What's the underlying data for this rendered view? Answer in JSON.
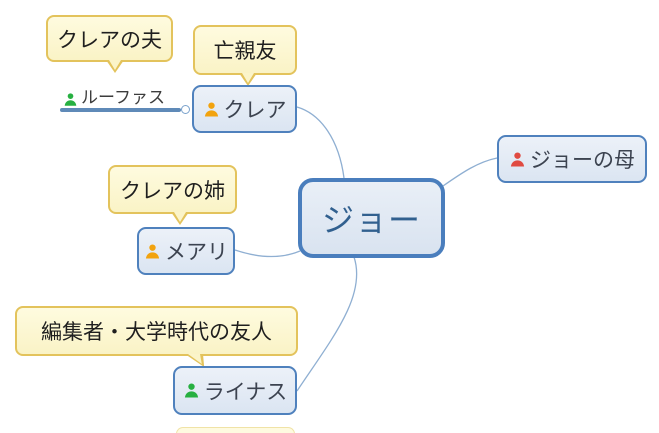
{
  "app": {
    "type": "mind-map relationship diagram",
    "background": "#ffffff"
  },
  "center_node": {
    "label": "ジョー"
  },
  "nodes": {
    "claire": {
      "label": "クレア",
      "icon": "person-orange-icon"
    },
    "mary": {
      "label": "メアリ",
      "icon": "person-orange-icon"
    },
    "linus": {
      "label": "ライナス",
      "icon": "person-green-icon"
    },
    "mother": {
      "label": "ジョーの母",
      "icon": "person-red-icon"
    },
    "rufus": {
      "label": "ルーファス",
      "icon": "person-green-icon"
    }
  },
  "callouts": {
    "rufus": {
      "text": "クレアの夫"
    },
    "claire": {
      "text": "亡親友"
    },
    "mary": {
      "text": "クレアの姉"
    },
    "linus": {
      "text": "編集者・大学時代の友人"
    }
  },
  "links": [
    {
      "from": "ジョー",
      "to": "クレア"
    },
    {
      "from": "ジョー",
      "to": "メアリ"
    },
    {
      "from": "ジョー",
      "to": "ライナス"
    },
    {
      "from": "ジョー",
      "to": "ジョーの母"
    },
    {
      "from": "クレア",
      "to": "ルーファス"
    }
  ],
  "colors": {
    "node_fill": "#dde6f2",
    "node_border": "#4f81bd",
    "center_border": "#4a7ebd",
    "center_text": "#31608f",
    "node_text": "#3c4350",
    "callout_fill": "#fcf7d1",
    "callout_border": "#e3c35c",
    "callout_text": "#1f1f1f",
    "connector": "#8fafd2",
    "rufus_underline": "#5f8ab8",
    "icon_orange": "#f2a30f",
    "icon_green": "#27b041",
    "icon_red": "#e04a41"
  }
}
